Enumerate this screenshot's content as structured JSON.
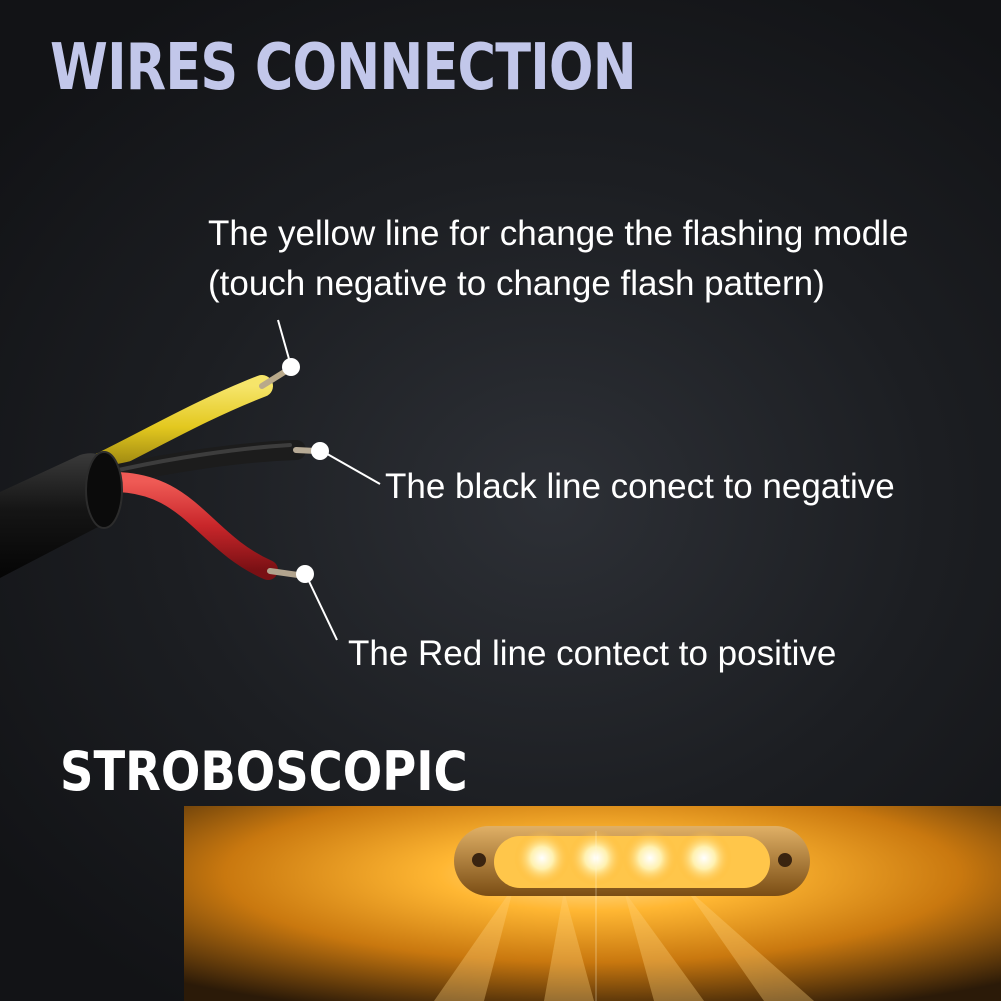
{
  "header": {
    "title": "WIRES CONNECTION"
  },
  "callouts": {
    "yellow": {
      "line1": "The yellow line for change the flashing modle",
      "line2": "(touch negative to change flash pattern)"
    },
    "black": {
      "text": "The black line conect to negative"
    },
    "red": {
      "text": "The Red line contect to positive"
    }
  },
  "section": {
    "title": "STROBOSCOPIC"
  },
  "colors": {
    "title_lavender": "#c2c7ea",
    "text_white": "#ffffff",
    "wire_yellow": "#e9d22c",
    "wire_black": "#1a1a1a",
    "wire_red": "#c8262a",
    "led_amber": "#ffb020"
  },
  "icons": {
    "connector_dot": "white-circle-marker"
  }
}
